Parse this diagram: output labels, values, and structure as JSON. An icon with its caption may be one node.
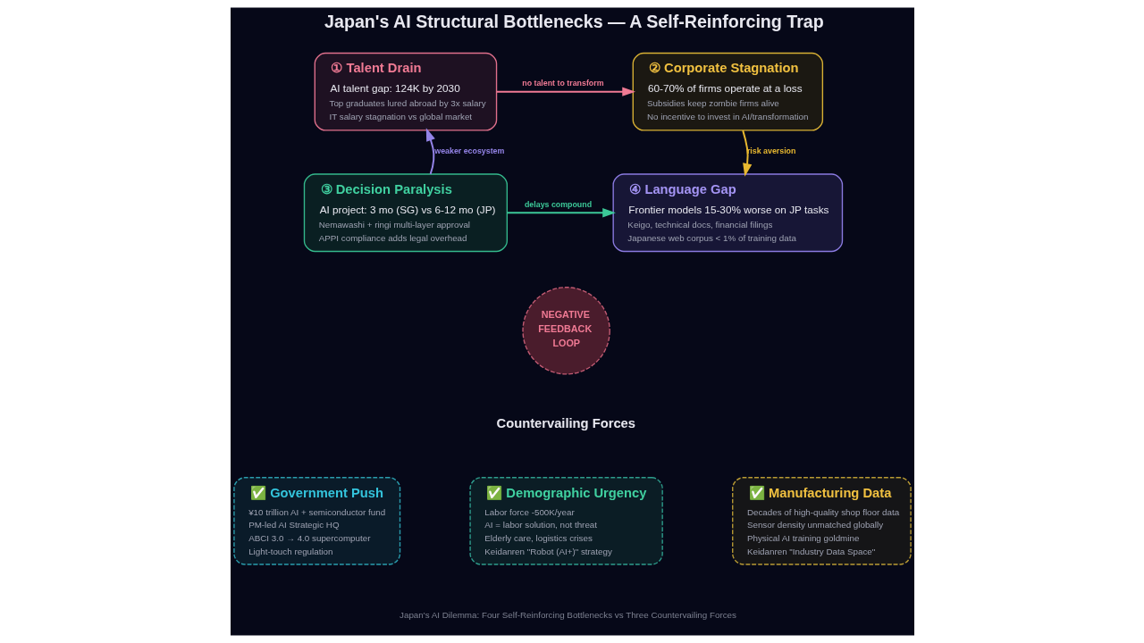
{
  "diagram": {
    "title": "Japan's AI Structural Bottlenecks — A Self-Reinforcing Trap",
    "caption": "Japan's AI Dilemma: Four Self-Reinforcing Bottlenecks vs Three Countervailing Forces",
    "nodes": [
      {
        "text": [
          "① Talent Drain",
          "AI talent gap: 124K by 2030",
          "Top graduates lured abroad by 3x salary",
          "IT salary stagnation vs global market"
        ]
      },
      {
        "text": [
          "② Corporate Stagnation",
          "60-70% of firms operate at a loss",
          "Subsidies keep zombie firms alive",
          "No incentive to invest in AI/transformation"
        ]
      },
      {
        "text": [
          "③ Decision Paralysis",
          "AI project: 3 mo (SG) vs 6-12 mo (JP)",
          "Nemawashi + ringi multi-layer approval",
          "APPI compliance adds legal overhead"
        ]
      },
      {
        "text": [
          "④ Language Gap",
          "Frontier models 15-30% worse on JP tasks",
          "Keigo, technical docs, financial filings",
          "Japanese web corpus < 1% of training data"
        ]
      },
      {
        "text": [
          "NEGATIVE FEEDBACK LOOP"
        ]
      },
      {
        "text": [
          "✅ Government Push",
          "¥10 trillion AI + semiconductor fund",
          "PM-led AI Strategic HQ",
          "ABCI 3.0 → 4.0 supercomputer",
          "Light-touch regulation"
        ]
      },
      {
        "text": [
          "✅ Demographic Urgency",
          "Labor force -500K/year",
          "AI = labor solution, not threat",
          "Elderly care, logistics crises",
          "Keidanren \"Robot (AI+)\" strategy"
        ]
      },
      {
        "text": [
          "✅ Manufacturing Data",
          "Decades of high-quality shop floor data",
          "Sensor density unmatched globally",
          "Physical AI training goldmine",
          "Keidanren \"Industry Data Space\""
        ]
      }
    ],
    "edges": [
      {
        "from": 0,
        "to": 1,
        "arrow": "to",
        "label": "no talent to transform",
        "color": "#f07a94"
      },
      {
        "from": 1,
        "to": 3,
        "arrow": "to",
        "label": "risk aversion",
        "color": "#e8b830"
      },
      {
        "from": 2,
        "to": 0,
        "arrow": "to",
        "label": "weaker ecosystem",
        "color": "#9484e8"
      },
      {
        "from": 2,
        "to": 3,
        "arrow": "to",
        "label": "delays compound",
        "color": "#3cc898"
      }
    ],
    "labels": [
      "Countervailing Forces"
    ]
  }
}
